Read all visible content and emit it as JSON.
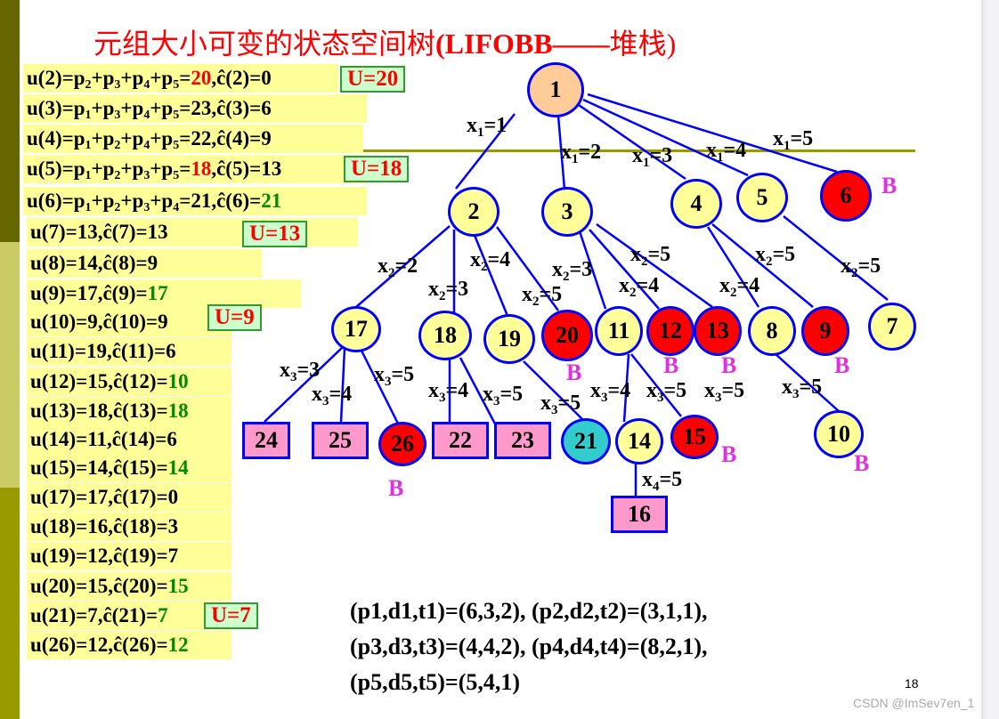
{
  "title": {
    "cn": "元组大小可变的状态空间树",
    "en": "(LIFOBB——",
    "cn2": "堆栈)"
  },
  "colors": {
    "live_node": "#ffff99",
    "killed_node": "#ff0000",
    "answer_node": "#33cccc",
    "root_node": "#ffcc99",
    "leaf_box": "#ff99cc",
    "edge": "#0000ff",
    "bound_mark": "#dd33dd",
    "u_box_bg": "#ccffcc"
  },
  "bounds": [
    {
      "id": "u2",
      "pre": "u(2)=p",
      "subs": [
        "2",
        "3",
        "4",
        "5"
      ],
      "sum": "20",
      "sum_color": "red",
      "c": "0",
      "c_color": "black",
      "label": "ĉ(2)="
    },
    {
      "id": "u3",
      "pre": "u(3)=p",
      "subs": [
        "1",
        "3",
        "4",
        "5"
      ],
      "sum": "23",
      "sum_color": "black",
      "c": "6",
      "c_color": "black",
      "label": "ĉ(3)="
    },
    {
      "id": "u4",
      "pre": "u(4)=p",
      "subs": [
        "1",
        "2",
        "4",
        "5"
      ],
      "sum": "22",
      "sum_color": "black",
      "c": "9",
      "c_color": "black",
      "label": "ĉ(4)="
    },
    {
      "id": "u5",
      "pre": "u(5)=p",
      "subs": [
        "1",
        "2",
        "3",
        "5"
      ],
      "sum": "18",
      "sum_color": "red",
      "c": "13",
      "c_color": "black",
      "label": "ĉ(5)="
    },
    {
      "id": "u6",
      "pre": "u(6)=p",
      "subs": [
        "1",
        "2",
        "3",
        "4"
      ],
      "sum": "21",
      "sum_color": "black",
      "c": "21",
      "c_color": "green",
      "label": "ĉ(6)="
    }
  ],
  "simple_bounds": [
    {
      "u": "u(7)=13,",
      "c_label": "ĉ(7)=",
      "c": "13",
      "c_color": "black"
    },
    {
      "u": "u(8)=14,",
      "c_label": "ĉ(8)=",
      "c": "9",
      "c_color": "black"
    },
    {
      "u": "u(9)=17,",
      "c_label": "ĉ(9)=",
      "c": "17",
      "c_color": "green"
    },
    {
      "u": "u(10)=9,",
      "c_label": "ĉ(10)=",
      "c": "9",
      "c_color": "black"
    },
    {
      "u": "u(11)=19,",
      "c_label": "ĉ(11)=",
      "c": "6",
      "c_color": "black"
    },
    {
      "u": "u(12)=15,",
      "c_label": "ĉ(12)=",
      "c": "10",
      "c_color": "green"
    },
    {
      "u": "u(13)=18,",
      "c_label": "ĉ(13)=",
      "c": "18",
      "c_color": "green"
    },
    {
      "u": "u(14)=11,",
      "c_label": "ĉ(14)=",
      "c": "6",
      "c_color": "black"
    },
    {
      "u": "u(15)=14,",
      "c_label": "ĉ(15)=",
      "c": "14",
      "c_color": "green"
    },
    {
      "u": "u(17)=17,",
      "c_label": "ĉ(17)=",
      "c": "0",
      "c_color": "black"
    },
    {
      "u": "u(18)=16,",
      "c_label": "ĉ(18)=",
      "c": "3",
      "c_color": "black"
    },
    {
      "u": "u(19)=12,",
      "c_label": "ĉ(19)=",
      "c": "7",
      "c_color": "black"
    },
    {
      "u": "u(20)=15,",
      "c_label": "ĉ(20)=",
      "c": "15",
      "c_color": "green"
    },
    {
      "u": "u(21)=7,",
      "c_label": "ĉ(21)=",
      "c": "7",
      "c_color": "green"
    },
    {
      "u": "u(26)=12,",
      "c_label": "ĉ(26)=",
      "c": "12",
      "c_color": "green"
    }
  ],
  "upper_bounds": [
    "U=20",
    "U=18",
    "U=13",
    "U=9",
    "U=7"
  ],
  "tree": {
    "nodes": [
      {
        "id": "1",
        "type": "root"
      },
      {
        "id": "2",
        "type": "live"
      },
      {
        "id": "3",
        "type": "live"
      },
      {
        "id": "4",
        "type": "live"
      },
      {
        "id": "5",
        "type": "live"
      },
      {
        "id": "6",
        "type": "killed"
      },
      {
        "id": "17",
        "type": "live"
      },
      {
        "id": "18",
        "type": "live"
      },
      {
        "id": "19",
        "type": "live"
      },
      {
        "id": "20",
        "type": "killed"
      },
      {
        "id": "11",
        "type": "live"
      },
      {
        "id": "12",
        "type": "killed"
      },
      {
        "id": "13",
        "type": "killed"
      },
      {
        "id": "8",
        "type": "live"
      },
      {
        "id": "9",
        "type": "killed"
      },
      {
        "id": "7",
        "type": "live"
      },
      {
        "id": "24",
        "type": "leaf"
      },
      {
        "id": "25",
        "type": "leaf"
      },
      {
        "id": "26",
        "type": "killed"
      },
      {
        "id": "22",
        "type": "leaf"
      },
      {
        "id": "23",
        "type": "leaf"
      },
      {
        "id": "21",
        "type": "answer"
      },
      {
        "id": "14",
        "type": "live"
      },
      {
        "id": "15",
        "type": "killed"
      },
      {
        "id": "10",
        "type": "live"
      },
      {
        "id": "16",
        "type": "leaf"
      }
    ],
    "edge_labels": {
      "x1_1": "=1",
      "x1_2": "=2",
      "x1_3": "=3",
      "x1_4": "=4",
      "x1_5": "=5",
      "x2_2": "=2",
      "x2_3": "=3",
      "x2_4": "=4",
      "x2_5": "=5",
      "x3_3": "=3",
      "x3_4": "=4",
      "x3_5": "=5",
      "x4_5": "=5"
    },
    "bound_mark": "B"
  },
  "params": {
    "line1": "(p1,d1,t1)=(6,3,2), (p2,d2,t2)=(3,1,1),",
    "line2": "(p3,d3,t3)=(4,4,2), (p4,d4,t4)=(8,2,1),",
    "line3": "(p5,d5,t5)=(5,4,1)"
  },
  "page_number": "18",
  "watermark": "CSDN @ImSev7en_1"
}
